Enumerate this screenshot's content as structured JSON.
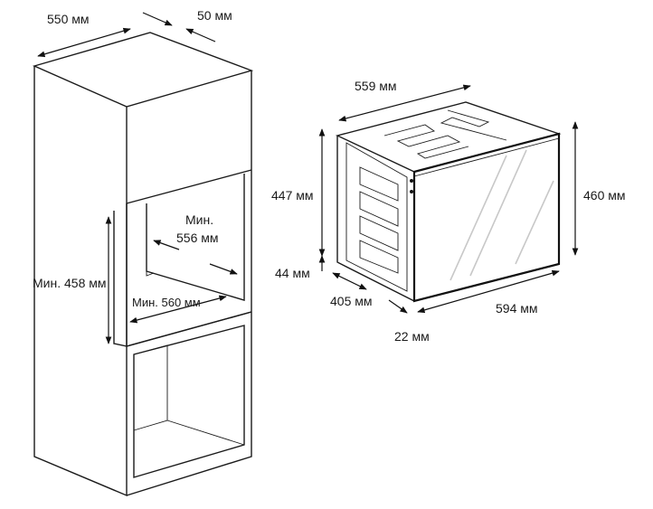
{
  "labels": {
    "cab_depth": "550 мм",
    "cab_gap": "50 мм",
    "niche_height": "Мин. 458 мм",
    "niche_depth_l1": "Мин.",
    "niche_depth_l2": "556 мм",
    "niche_width": "Мин. 560 мм",
    "oven_depth": "559 мм",
    "oven_body_height": "447 мм",
    "oven_front_height": "460 мм",
    "oven_bottom": "44 мм",
    "oven_side": "405 мм",
    "oven_width": "594 мм",
    "oven_door": "22 мм"
  },
  "colors": {
    "line": "#1a1a1a",
    "glass_stripe": "#c8c8c8"
  },
  "icons": [
    "dimension-arrow-icon"
  ]
}
